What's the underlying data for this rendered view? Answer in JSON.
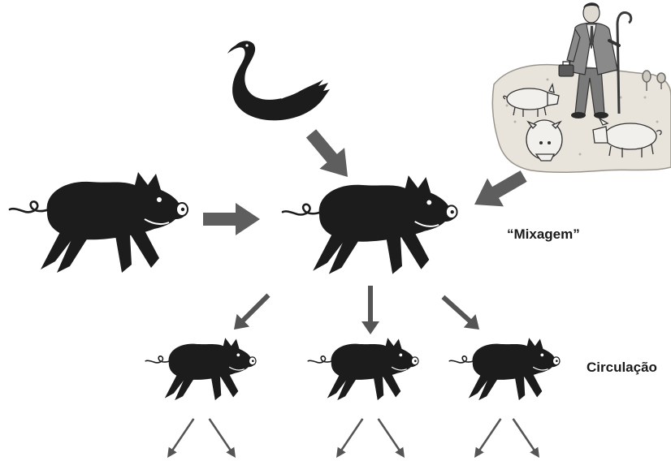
{
  "labels": {
    "mixing": "“Mixagem”",
    "circulation": "Circulação"
  },
  "colors": {
    "animal": "#1c1c1c",
    "arrow_big": "#5e5e5e",
    "arrow_small": "#555555",
    "farm_ground": "#e8e4dc",
    "farm_pig": "#f2f0ec",
    "farmer_coat": "#8a8a8a"
  },
  "icons": {
    "bird": "swan-icon",
    "source_pig": "pig-icon",
    "mixing_pig": "pig-icon",
    "farm": "farmer-with-pigs-illustration",
    "offspring_pig": "pig-icon",
    "arrows": "arrow-icon"
  }
}
